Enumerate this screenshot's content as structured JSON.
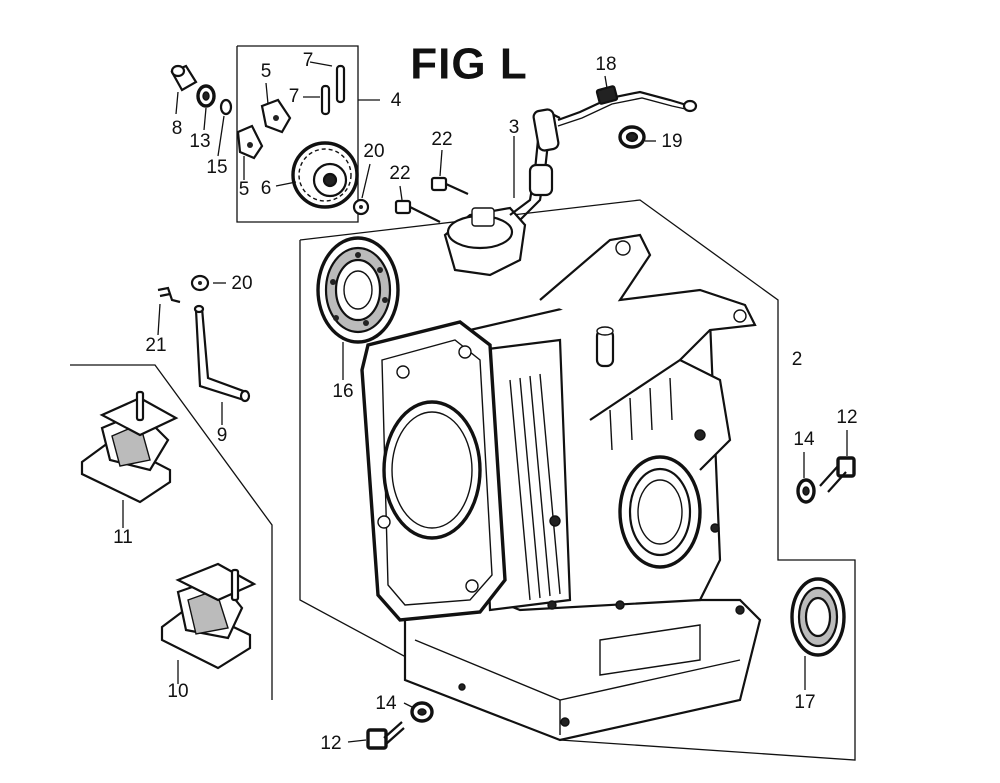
{
  "figure": {
    "title": "FIG L"
  },
  "callouts": [
    {
      "id": "c2",
      "label": "2"
    },
    {
      "id": "c3",
      "label": "3"
    },
    {
      "id": "c4",
      "label": "4"
    },
    {
      "id": "c5a",
      "label": "5"
    },
    {
      "id": "c5b",
      "label": "5"
    },
    {
      "id": "c6",
      "label": "6"
    },
    {
      "id": "c7a",
      "label": "7"
    },
    {
      "id": "c7b",
      "label": "7"
    },
    {
      "id": "c8",
      "label": "8"
    },
    {
      "id": "c9",
      "label": "9"
    },
    {
      "id": "c10",
      "label": "10"
    },
    {
      "id": "c11",
      "label": "11"
    },
    {
      "id": "c12a",
      "label": "12"
    },
    {
      "id": "c12b",
      "label": "12"
    },
    {
      "id": "c13",
      "label": "13"
    },
    {
      "id": "c14a",
      "label": "14"
    },
    {
      "id": "c14b",
      "label": "14"
    },
    {
      "id": "c15",
      "label": "15"
    },
    {
      "id": "c16",
      "label": "16"
    },
    {
      "id": "c17",
      "label": "17"
    },
    {
      "id": "c18",
      "label": "18"
    },
    {
      "id": "c19",
      "label": "19"
    },
    {
      "id": "c20a",
      "label": "20"
    },
    {
      "id": "c20b",
      "label": "20"
    },
    {
      "id": "c21",
      "label": "21"
    },
    {
      "id": "c22a",
      "label": "22"
    },
    {
      "id": "c22b",
      "label": "22"
    }
  ]
}
